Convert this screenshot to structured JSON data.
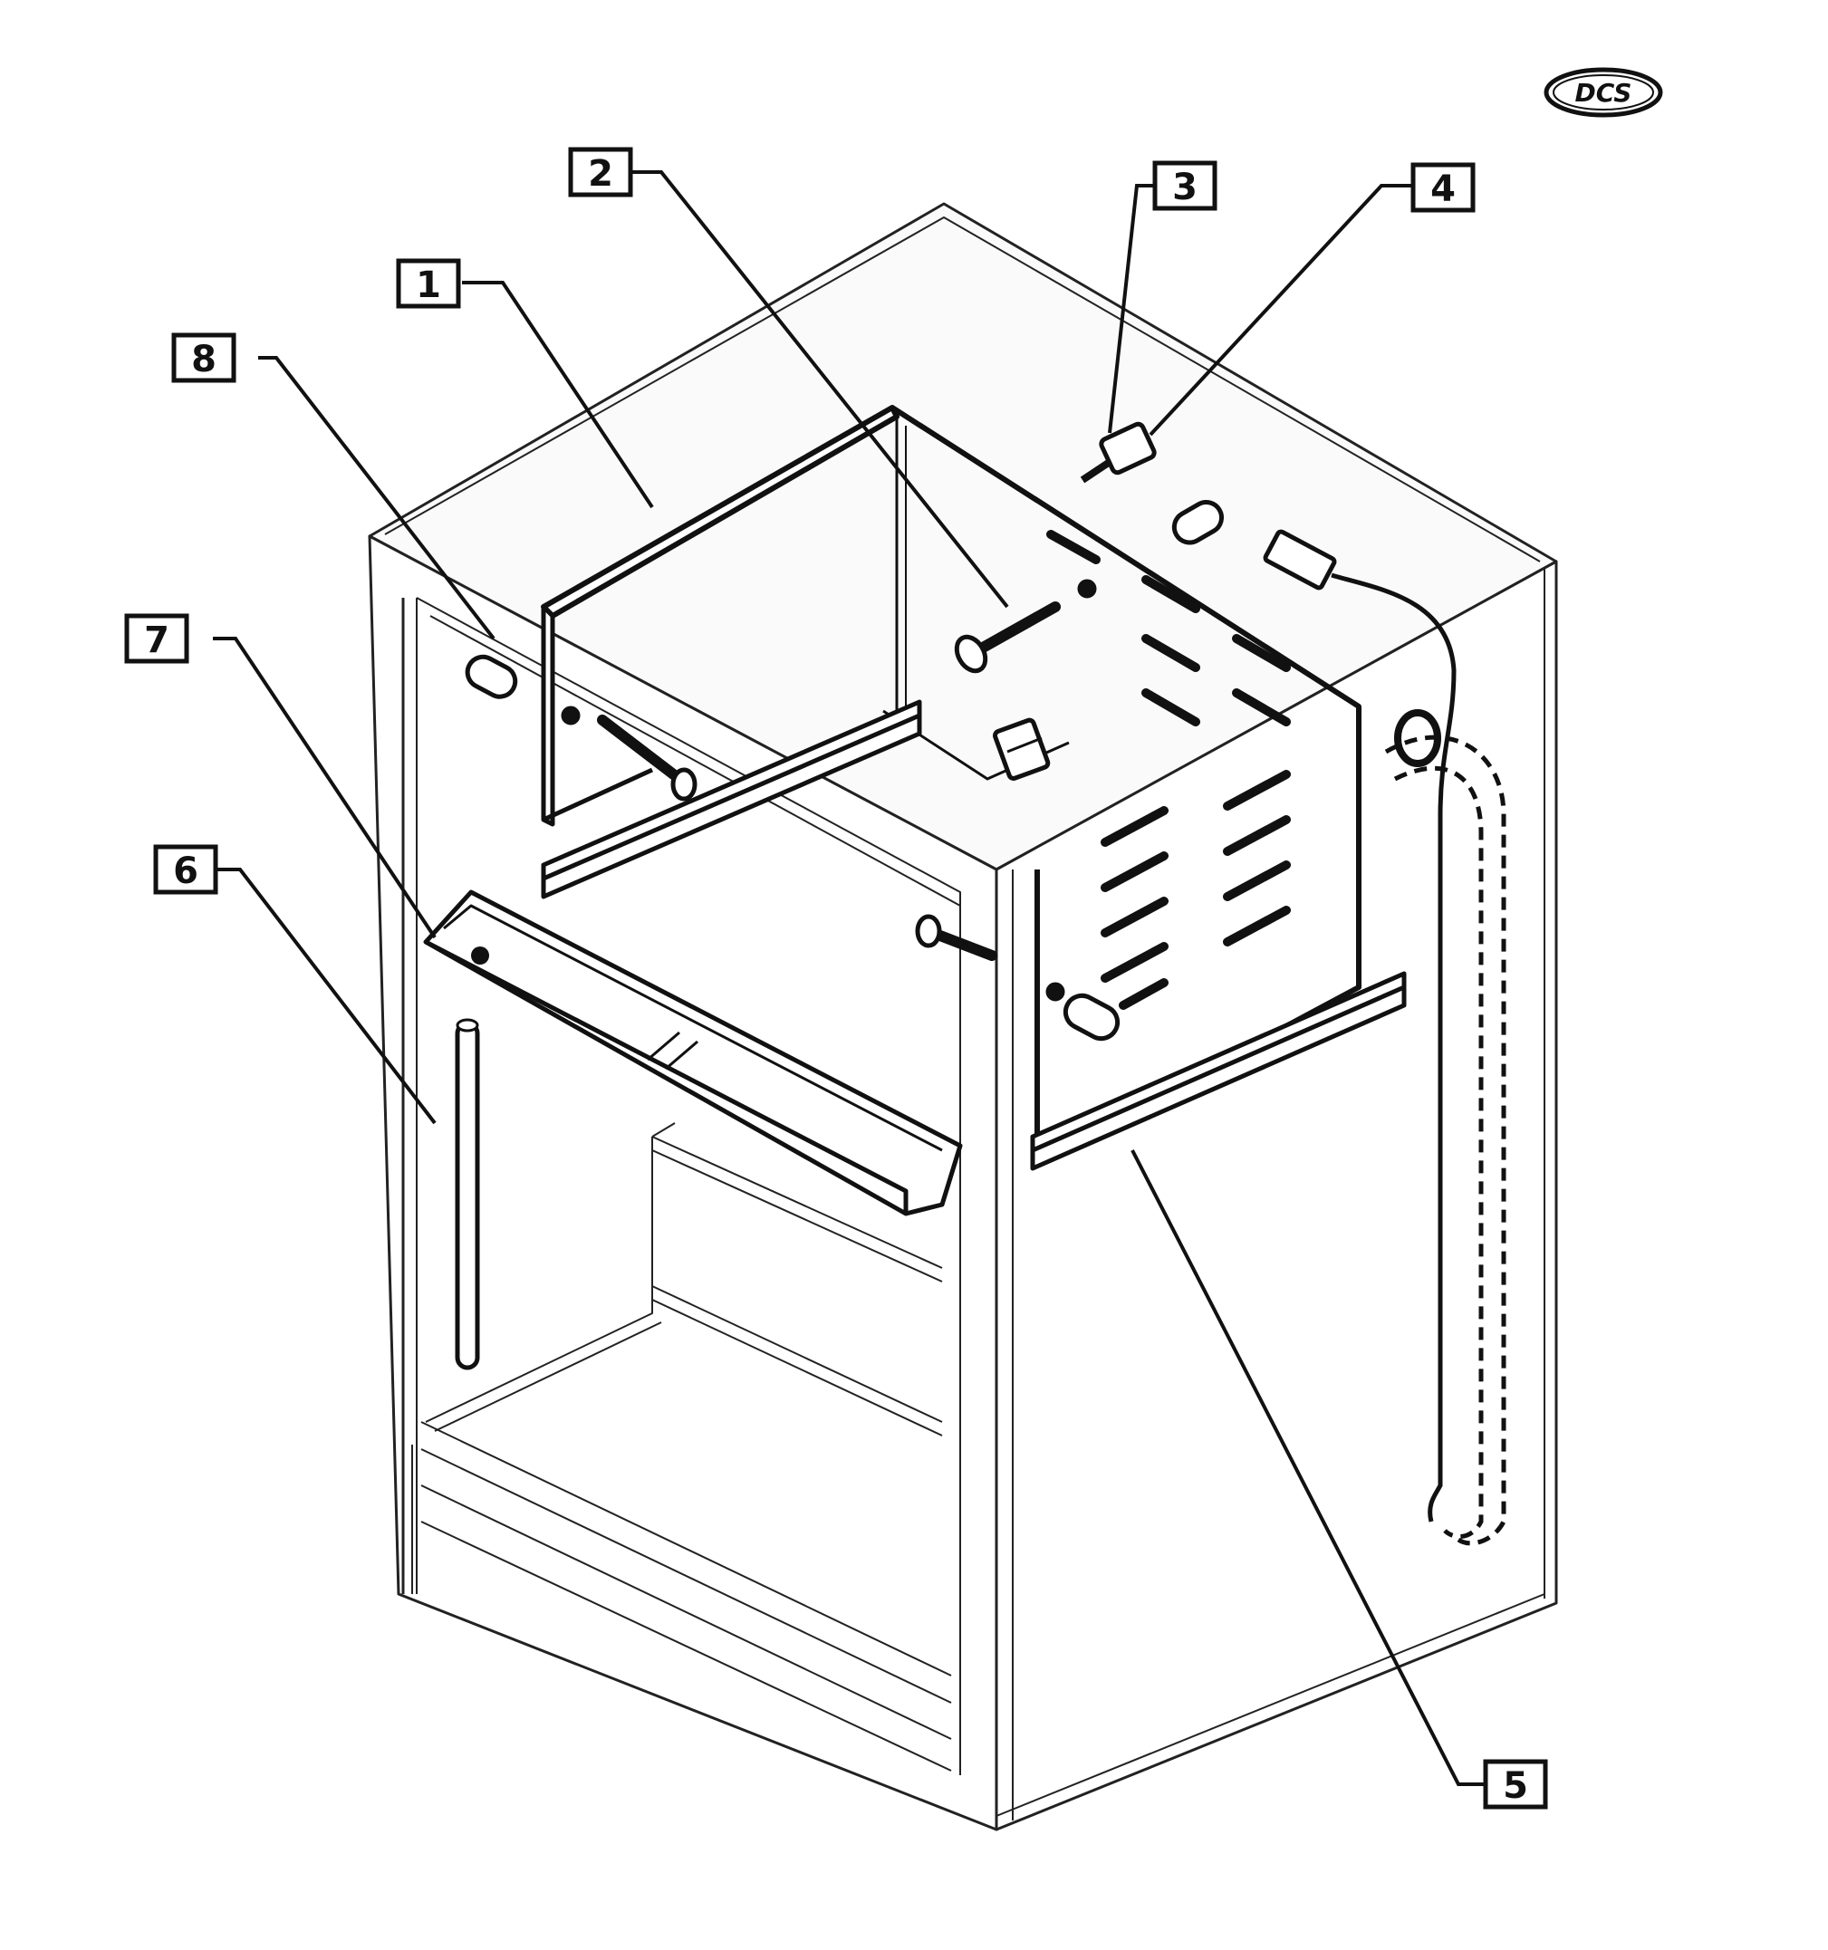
{
  "logo": {
    "text": "DCS"
  },
  "callouts": [
    {
      "id": "1",
      "label": "1"
    },
    {
      "id": "2",
      "label": "2"
    },
    {
      "id": "3",
      "label": "3"
    },
    {
      "id": "4",
      "label": "4"
    },
    {
      "id": "5",
      "label": "5"
    },
    {
      "id": "6",
      "label": "6"
    },
    {
      "id": "7",
      "label": "7"
    },
    {
      "id": "8",
      "label": "8"
    }
  ],
  "colors": {
    "line": "#111111",
    "fill": "#ffffff",
    "panel_shade": "#f4f4f4"
  }
}
